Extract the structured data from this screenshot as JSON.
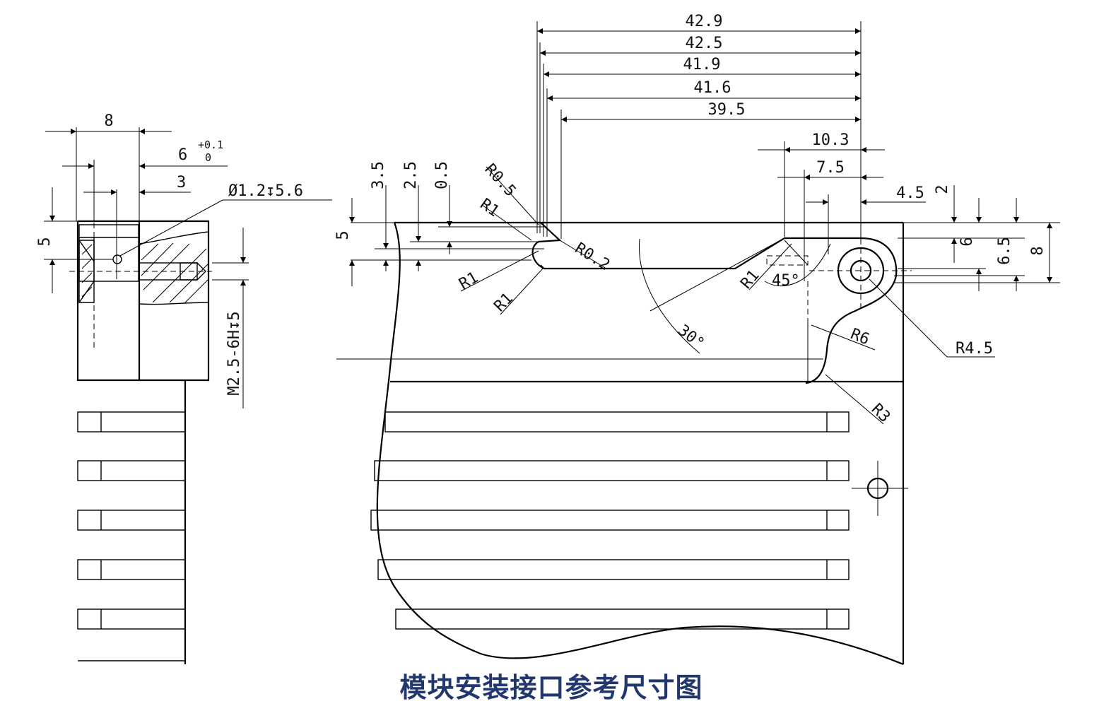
{
  "caption": "模块安装接口参考尺寸图",
  "side_view": {
    "dims": {
      "d8": "8",
      "d6": "6",
      "tol_plus": "+0.1",
      "tol_zero": "0",
      "d3": "3",
      "d5": "5",
      "hole_callout": "Ø1.2↧5.6",
      "thread_callout": "M2.5-6H↧5"
    }
  },
  "front_view": {
    "top_dims": [
      "42.9",
      "42.5",
      "41.9",
      "41.6",
      "39.5"
    ],
    "right_top_dims": [
      "10.3",
      "7.5",
      "4.5"
    ],
    "left_vertical_dims": [
      "3.5",
      "2.5",
      "0.5"
    ],
    "small_left_dim": "5",
    "right_vertical_dims": [
      "2",
      "6",
      "6.5",
      "8"
    ],
    "radii": {
      "r05": "R0.5",
      "r1_top": "R1",
      "r02": "R0.2",
      "r1_mid": "R1",
      "r1_low": "R1",
      "r1_right": "R1",
      "r6": "R6",
      "r45": "R4.5",
      "r3": "R3"
    },
    "angles": {
      "a30": "30°",
      "a45": "45°"
    }
  }
}
